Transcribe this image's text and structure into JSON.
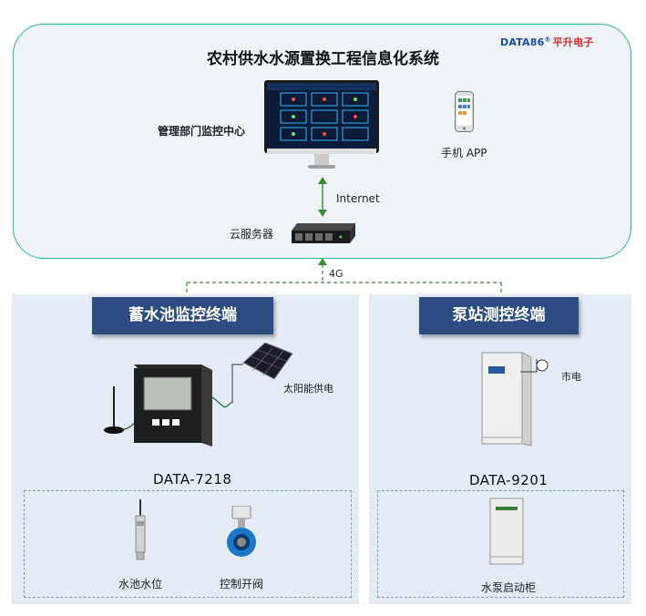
{
  "top": {
    "title": "农村供水水源置换工程信息化系统",
    "logo_text": "DATA86",
    "logo_reg": "®",
    "logo_cn": "平升电子",
    "management_center": "管理部门监控中心",
    "mobile_app": "手机 APP",
    "internet": "Internet",
    "cloud_server": "云服务器"
  },
  "link_4g": "4G",
  "left_panel": {
    "header": "蓄水池监控终端",
    "solar": "太阳能供电",
    "model": "DATA-7218",
    "items": [
      "水池水位",
      "控制开阀"
    ]
  },
  "right_panel": {
    "header": "泵站测控终端",
    "mains": "市电",
    "model": "DATA-9201",
    "items": [
      "水泵启动柜"
    ]
  },
  "colors": {
    "panel_border": "#2fb6a0",
    "header_bg": "#2c4c82",
    "arrow_green": "#3a8a3a",
    "logo_blue": "#1b4ea3",
    "logo_red": "#d32b2b"
  }
}
